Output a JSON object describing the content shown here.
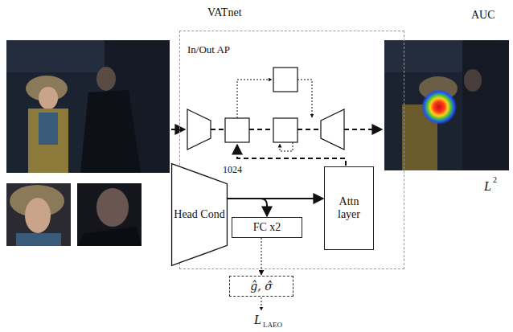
{
  "diagram": {
    "nodes": [
      {
        "text": [
          "VATnet",
          "In/Out AP"
        ]
      },
      {
        "text": [
          "Head Cond"
        ],
        "in": 0
      },
      {
        "text": [
          "FC x2"
        ],
        "in": 0
      },
      {
        "text": [
          "Attn layer"
        ],
        "in": 0
      },
      {
        "text": [
          "ĝ, σ̂"
        ]
      }
    ],
    "edges": [
      {
        "from": 1,
        "to": 3,
        "arrow": "to"
      },
      {
        "from": 1,
        "to": 2,
        "arrow": "to"
      },
      {
        "from": 2,
        "to": 4,
        "arrow": "to"
      }
    ],
    "labels": [
      "AUC",
      "1024",
      "L",
      "2",
      "L",
      "LAEO"
    ]
  }
}
